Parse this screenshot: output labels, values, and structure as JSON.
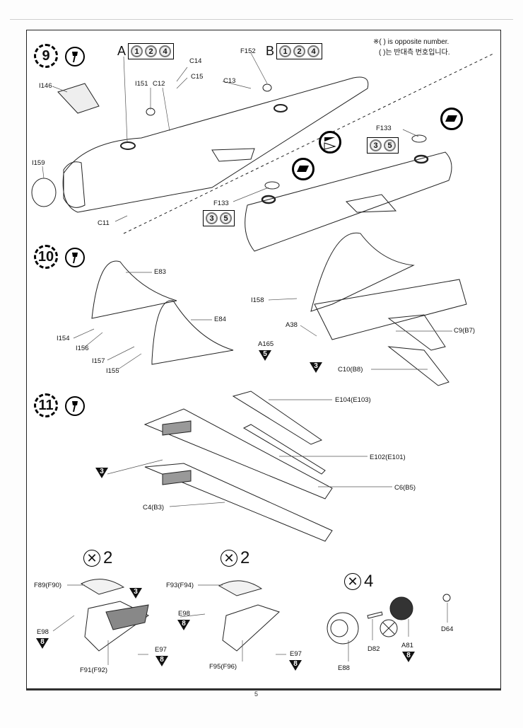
{
  "page_number": "5",
  "note": {
    "line1": "※( ) is opposite number.",
    "line2": "( )는 반대측 번호입니다."
  },
  "steps": [
    {
      "number": "9",
      "variant_a": {
        "letter": "A",
        "markings": [
          "1",
          "2",
          "4"
        ]
      },
      "variant_b": {
        "letter": "B",
        "markings": [
          "1",
          "2",
          "4"
        ]
      },
      "alt_markings": [
        "3",
        "5"
      ],
      "labels": [
        "I146",
        "I151",
        "C12",
        "C14",
        "C15",
        "C13",
        "F152",
        "I159",
        "C11",
        "F133",
        "F133"
      ]
    },
    {
      "number": "10",
      "labels": [
        "E83",
        "E84",
        "I154",
        "I156",
        "I157",
        "I155",
        "I158",
        "A38",
        "A165",
        "C9(B7)",
        "C10(B8)"
      ],
      "refs": [
        "5",
        "3"
      ]
    },
    {
      "number": "11",
      "labels": [
        "E104(E103)",
        "E102(E101)",
        "C6(B5)",
        "C4(B3)"
      ],
      "refs": [
        "3"
      ]
    }
  ],
  "subassemblies": [
    {
      "multiplier": "2",
      "labels": [
        "F89(F90)",
        "E98",
        "F91(F92)",
        "E97"
      ],
      "refs": [
        "3",
        "8",
        "8"
      ]
    },
    {
      "multiplier": "2",
      "labels": [
        "F93(F94)",
        "E98",
        "F95(F96)",
        "E97"
      ],
      "refs": [
        "8",
        "8"
      ]
    },
    {
      "multiplier": "4",
      "labels": [
        "E88",
        "D82",
        "A81",
        "D64"
      ],
      "refs": [
        "8"
      ]
    }
  ]
}
